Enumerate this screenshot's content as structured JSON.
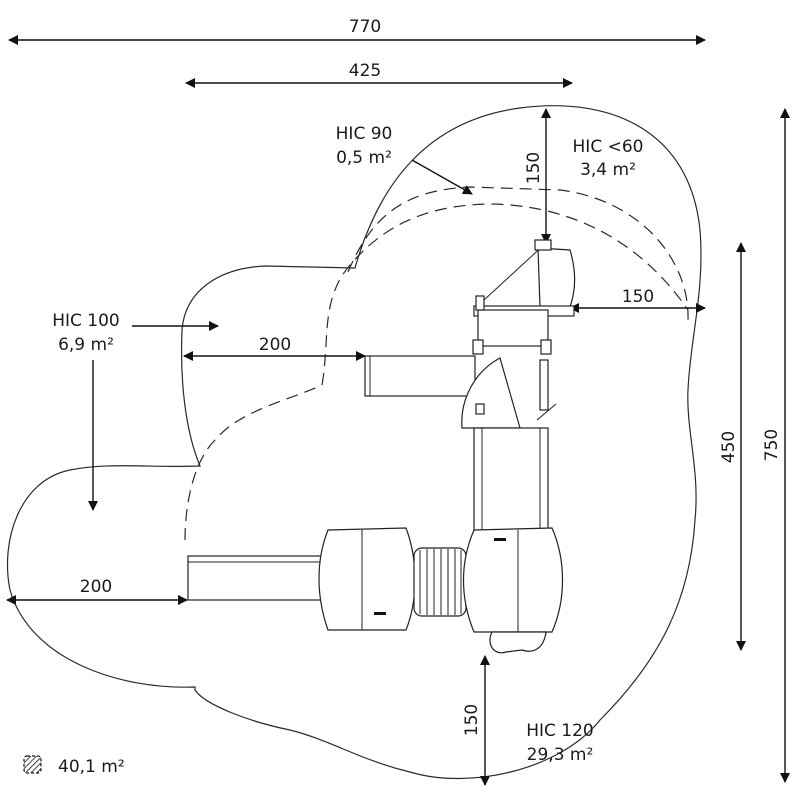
{
  "dimensions": {
    "overall_width": "770",
    "structure_width": "425",
    "overall_height": "750",
    "structure_height": "450",
    "top_clearance": "150",
    "right_clearance": "150",
    "slide_clearance": "200",
    "left_clearance": "200",
    "bottom_clearance": "150"
  },
  "zones": [
    {
      "hic": "HIC 90",
      "area": "0,5 m²"
    },
    {
      "hic": "HIC <60",
      "area": "3,4 m²"
    },
    {
      "hic": "HIC 100",
      "area": "6,9 m²"
    },
    {
      "hic": "HIC 120",
      "area": "29,3 m²"
    }
  ],
  "legend": {
    "total_area": "40,1 m²",
    "icon": "hatched-square-icon"
  },
  "colors": {
    "line": "#2a2a2a",
    "background": "#ffffff"
  }
}
